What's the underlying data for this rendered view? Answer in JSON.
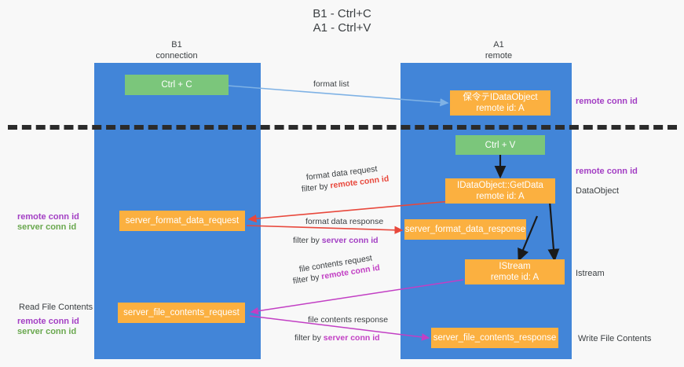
{
  "title": {
    "line1": "B1 - Ctrl+C",
    "line2": "A1 - Ctrl+V"
  },
  "columns": [
    {
      "id": "b1",
      "name": "B1",
      "role": "connection"
    },
    {
      "id": "a1",
      "name": "A1",
      "role": "remote"
    }
  ],
  "colors": {
    "lane": "#4285d8",
    "node_green": "#7bc67b",
    "node_orange": "#fbb040",
    "text_dark": "#3c4043",
    "purple": "#a33fc4",
    "green_text": "#6aa84f",
    "red_arrow": "#e8483c",
    "blue_arrow": "#7fb2e5",
    "magenta_arrow": "#c23fc4",
    "black_arrow": "#1a1a1a",
    "dashed": "#2b2b2b",
    "background": "#f8f8f8"
  },
  "nodes": {
    "ctrl_c": "Ctrl + C",
    "idataobject": {
      "line1": "保令テIDataObject",
      "line2": "remote id: A"
    },
    "ctrl_v": "Ctrl + V",
    "getdata": {
      "line1": "IDataObject::GetData",
      "line2": "remote id: A"
    },
    "server_format_data_request": "server_format_data_request",
    "server_format_data_response": "server_format_data_response",
    "istream": {
      "line1": "IStream",
      "line2": "remote id: A"
    },
    "server_file_contents_request": "server_file_contents_request",
    "server_file_contents_response": "server_file_contents_response"
  },
  "edge_labels": {
    "format_list": "format list",
    "format_data_request": "format data request",
    "format_data_request_filter_prefix": "filter by ",
    "format_data_request_filter_key": "remote conn id",
    "format_data_response": "format data response",
    "format_data_response_filter_prefix": "filter by ",
    "format_data_response_filter_key": "server conn id",
    "file_contents_request": "file contents request",
    "file_contents_request_filter_prefix": "filter by ",
    "file_contents_request_filter_key": "remote conn id",
    "file_contents_response": "file contents response",
    "file_contents_response_filter_prefix": "filter by ",
    "file_contents_response_filter_key": "server conn id"
  },
  "annotations": {
    "right_remote_conn_id_top": "remote conn id",
    "right_remote_conn_id_mid": "remote conn id",
    "right_dataobject": "DataObject",
    "right_istream": "Istream",
    "right_write_file_contents": "Write File Contents",
    "left_remote_conn_id_mid": "remote conn id",
    "left_server_conn_id_mid": "server conn id",
    "left_read_file_contents": "Read File Contents",
    "left_remote_conn_id_bottom": "remote conn id",
    "left_server_conn_id_bottom": "server conn id"
  }
}
